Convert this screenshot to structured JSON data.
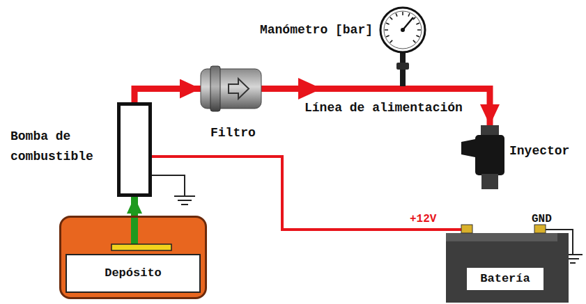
{
  "diagram": {
    "nodes": [
      {
        "text": [
          "Manómetro [bar]"
        ]
      },
      {
        "text": [
          "Bomba de combustible"
        ]
      },
      {
        "text": [
          "Filtro"
        ]
      },
      {
        "text": [
          "Inyector"
        ]
      },
      {
        "text": [
          "Depósito"
        ]
      },
      {
        "text": [
          "Batería"
        ]
      }
    ],
    "edges": [
      {
        "from": 4,
        "to": 1,
        "arrow": "to"
      },
      {
        "from": 1,
        "to": 2,
        "arrow": "to"
      },
      {
        "from": 2,
        "to": 3,
        "arrow": "to",
        "label": "Línea de alimentación"
      },
      {
        "from": 1,
        "to": 5,
        "arrow": "none",
        "label": "+12V"
      }
    ],
    "labels": [
      "GND"
    ]
  }
}
